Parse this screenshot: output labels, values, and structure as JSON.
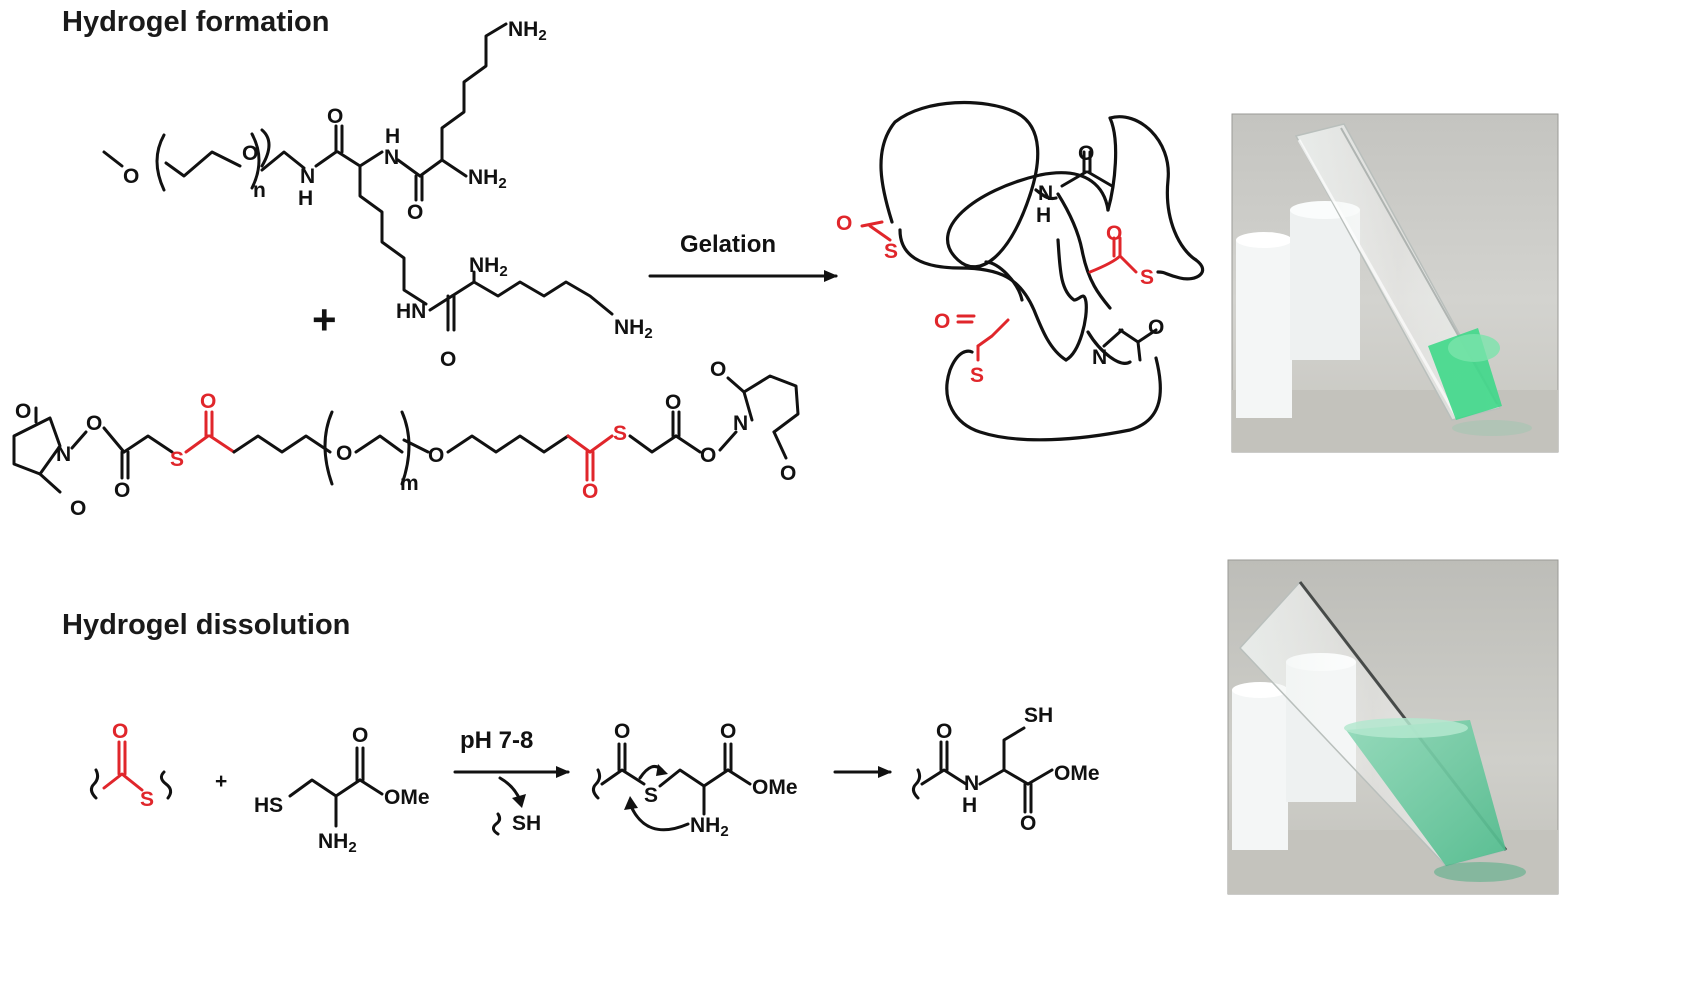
{
  "titles": {
    "formation": "Hydrogel formation",
    "dissolution": "Hydrogel dissolution"
  },
  "reaction_labels": {
    "gelation": "Gelation",
    "ph": "pH 7-8",
    "plus": "+"
  },
  "atoms": {
    "O": "O",
    "N": "N",
    "S": "S",
    "H": "H",
    "NH": "NH",
    "HN": "HN",
    "NH2": "NH",
    "sub2": "2",
    "n": "n",
    "m": "m",
    "OMe": "OMe",
    "HS": "HS",
    "SH": "SH"
  },
  "colors": {
    "thioester_red": "#e0262b",
    "bond_black": "#111111",
    "gel_green": "#3fd88a",
    "solution_green": "#6cc9a3",
    "photo_bg": "#c9cac6"
  }
}
